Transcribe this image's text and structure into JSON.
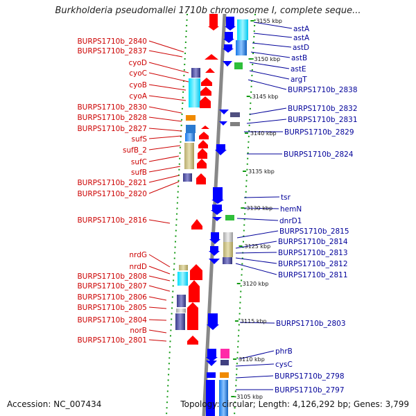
{
  "title": "Burkholderia pseudomallei 1710b chromosome I, complete seque...",
  "accession": "Accession: NC_007434",
  "topology": "Topology: circular; Length: 4,126,292 bp; Genes: 3,799",
  "colors": {
    "forward_gene": "#ff0000",
    "reverse_gene": "#0000ff",
    "left_label": "#cc0000",
    "right_label": "#000099",
    "backbone": "#888888",
    "tick": "#119911"
  },
  "left_labels": [
    "BURPS1710b_2840",
    "BURPS1710b_2837",
    "cyoD",
    "cyoC",
    "cyoB",
    "cyoA",
    "BURPS1710b_2830",
    "BURPS1710b_2828",
    "BURPS1710b_2827",
    "sufS",
    "sufB_2",
    "sufC",
    "sufB",
    "BURPS1710b_2821",
    "BURPS1710b_2820",
    "BURPS1710b_2816",
    "nrdG",
    "nrdD",
    "BURPS1710b_2808",
    "BURPS1710b_2807",
    "BURPS1710b_2806",
    "BURPS1710b_2805",
    "BURPS1710b_2804",
    "norB",
    "BURPS1710b_2801"
  ],
  "right_labels": [
    "astA",
    "astA",
    "astD",
    "astB",
    "astE",
    "argT",
    "BURPS1710b_2838",
    "BURPS1710b_2832",
    "BURPS1710b_2831",
    "BURPS1710b_2829",
    "BURPS1710b_2824",
    "tsr",
    "hemN",
    "dnrD1",
    "BURPS1710b_2815",
    "BURPS1710b_2814",
    "BURPS1710b_2813",
    "BURPS1710b_2812",
    "BURPS1710b_2811",
    "BURPS1710b_2803",
    "phrB",
    "cysC",
    "BURPS1710b_2798",
    "BURPS1710b_2797"
  ],
  "kbp_labels": [
    "3155 kbp",
    "3150 kbp",
    "3145 kbp",
    "3140 kbp",
    "3135 kbp",
    "3130 kbp",
    "3125 kbp",
    "3120 kbp",
    "3115 kbp",
    "3110 kbp",
    "3105 kbp"
  ]
}
